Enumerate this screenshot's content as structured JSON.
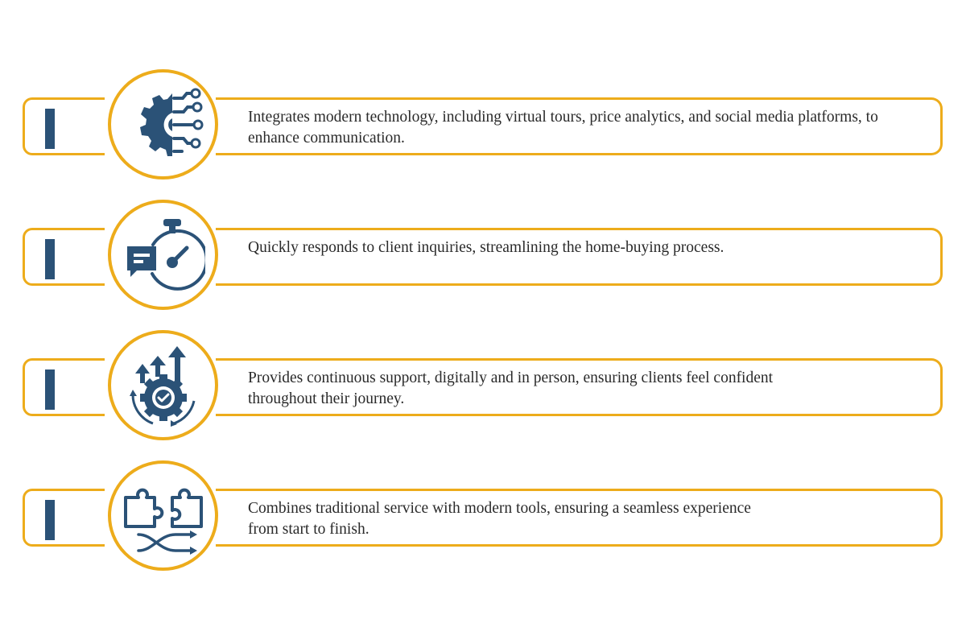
{
  "colors": {
    "accent": "#EDAC1B",
    "icon": "#2B5277",
    "text": "#2a2a2a"
  },
  "items": [
    {
      "icon": "gear-circuit-icon",
      "text": "Integrates modern technology, including virtual tours, price analytics, and social media platforms, to enhance communication."
    },
    {
      "icon": "stopwatch-chat-icon",
      "text": "Quickly responds to client inquiries, streamlining the home-buying process."
    },
    {
      "icon": "gear-growth-icon",
      "text": "Provides continuous support, digitally and in person, ensuring clients feel confident throughout their journey."
    },
    {
      "icon": "puzzle-merge-icon",
      "text": "Combines traditional service with modern tools, ensuring a seamless experience from start to finish."
    }
  ]
}
